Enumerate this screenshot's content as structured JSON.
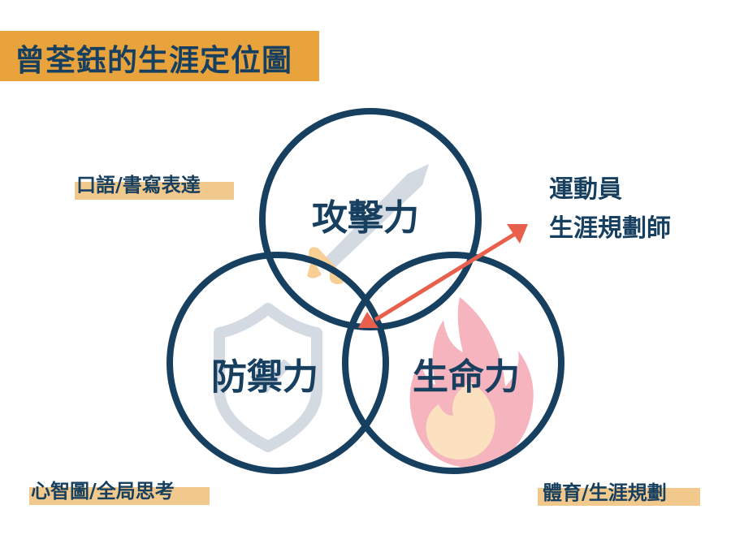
{
  "title": "曾荃鈺的生涯定位圖",
  "tags": {
    "top_left": "口語/書寫表達",
    "bottom_left": "心智圖/全局思考",
    "bottom_right": "體育/生涯規劃"
  },
  "career": {
    "line1": "運動員",
    "line2": "生涯規劃師"
  },
  "circles": [
    {
      "label": "攻擊力",
      "icon": "sword-icon"
    },
    {
      "label": "防禦力",
      "icon": "shield-icon"
    },
    {
      "label": "生命力",
      "icon": "flame-icon"
    }
  ],
  "colors": {
    "navy": "#173f5f",
    "title_bg": "#e8a33d",
    "tag_highlight": "#f2c98d",
    "arrow": "#e8604c",
    "sword_blade": "#d3dae2",
    "sword_hilt": "#f8cf94",
    "shield": "#d3dae2",
    "flame_outer": "#f6b4be",
    "flame_inner": "#fbe1c0"
  }
}
